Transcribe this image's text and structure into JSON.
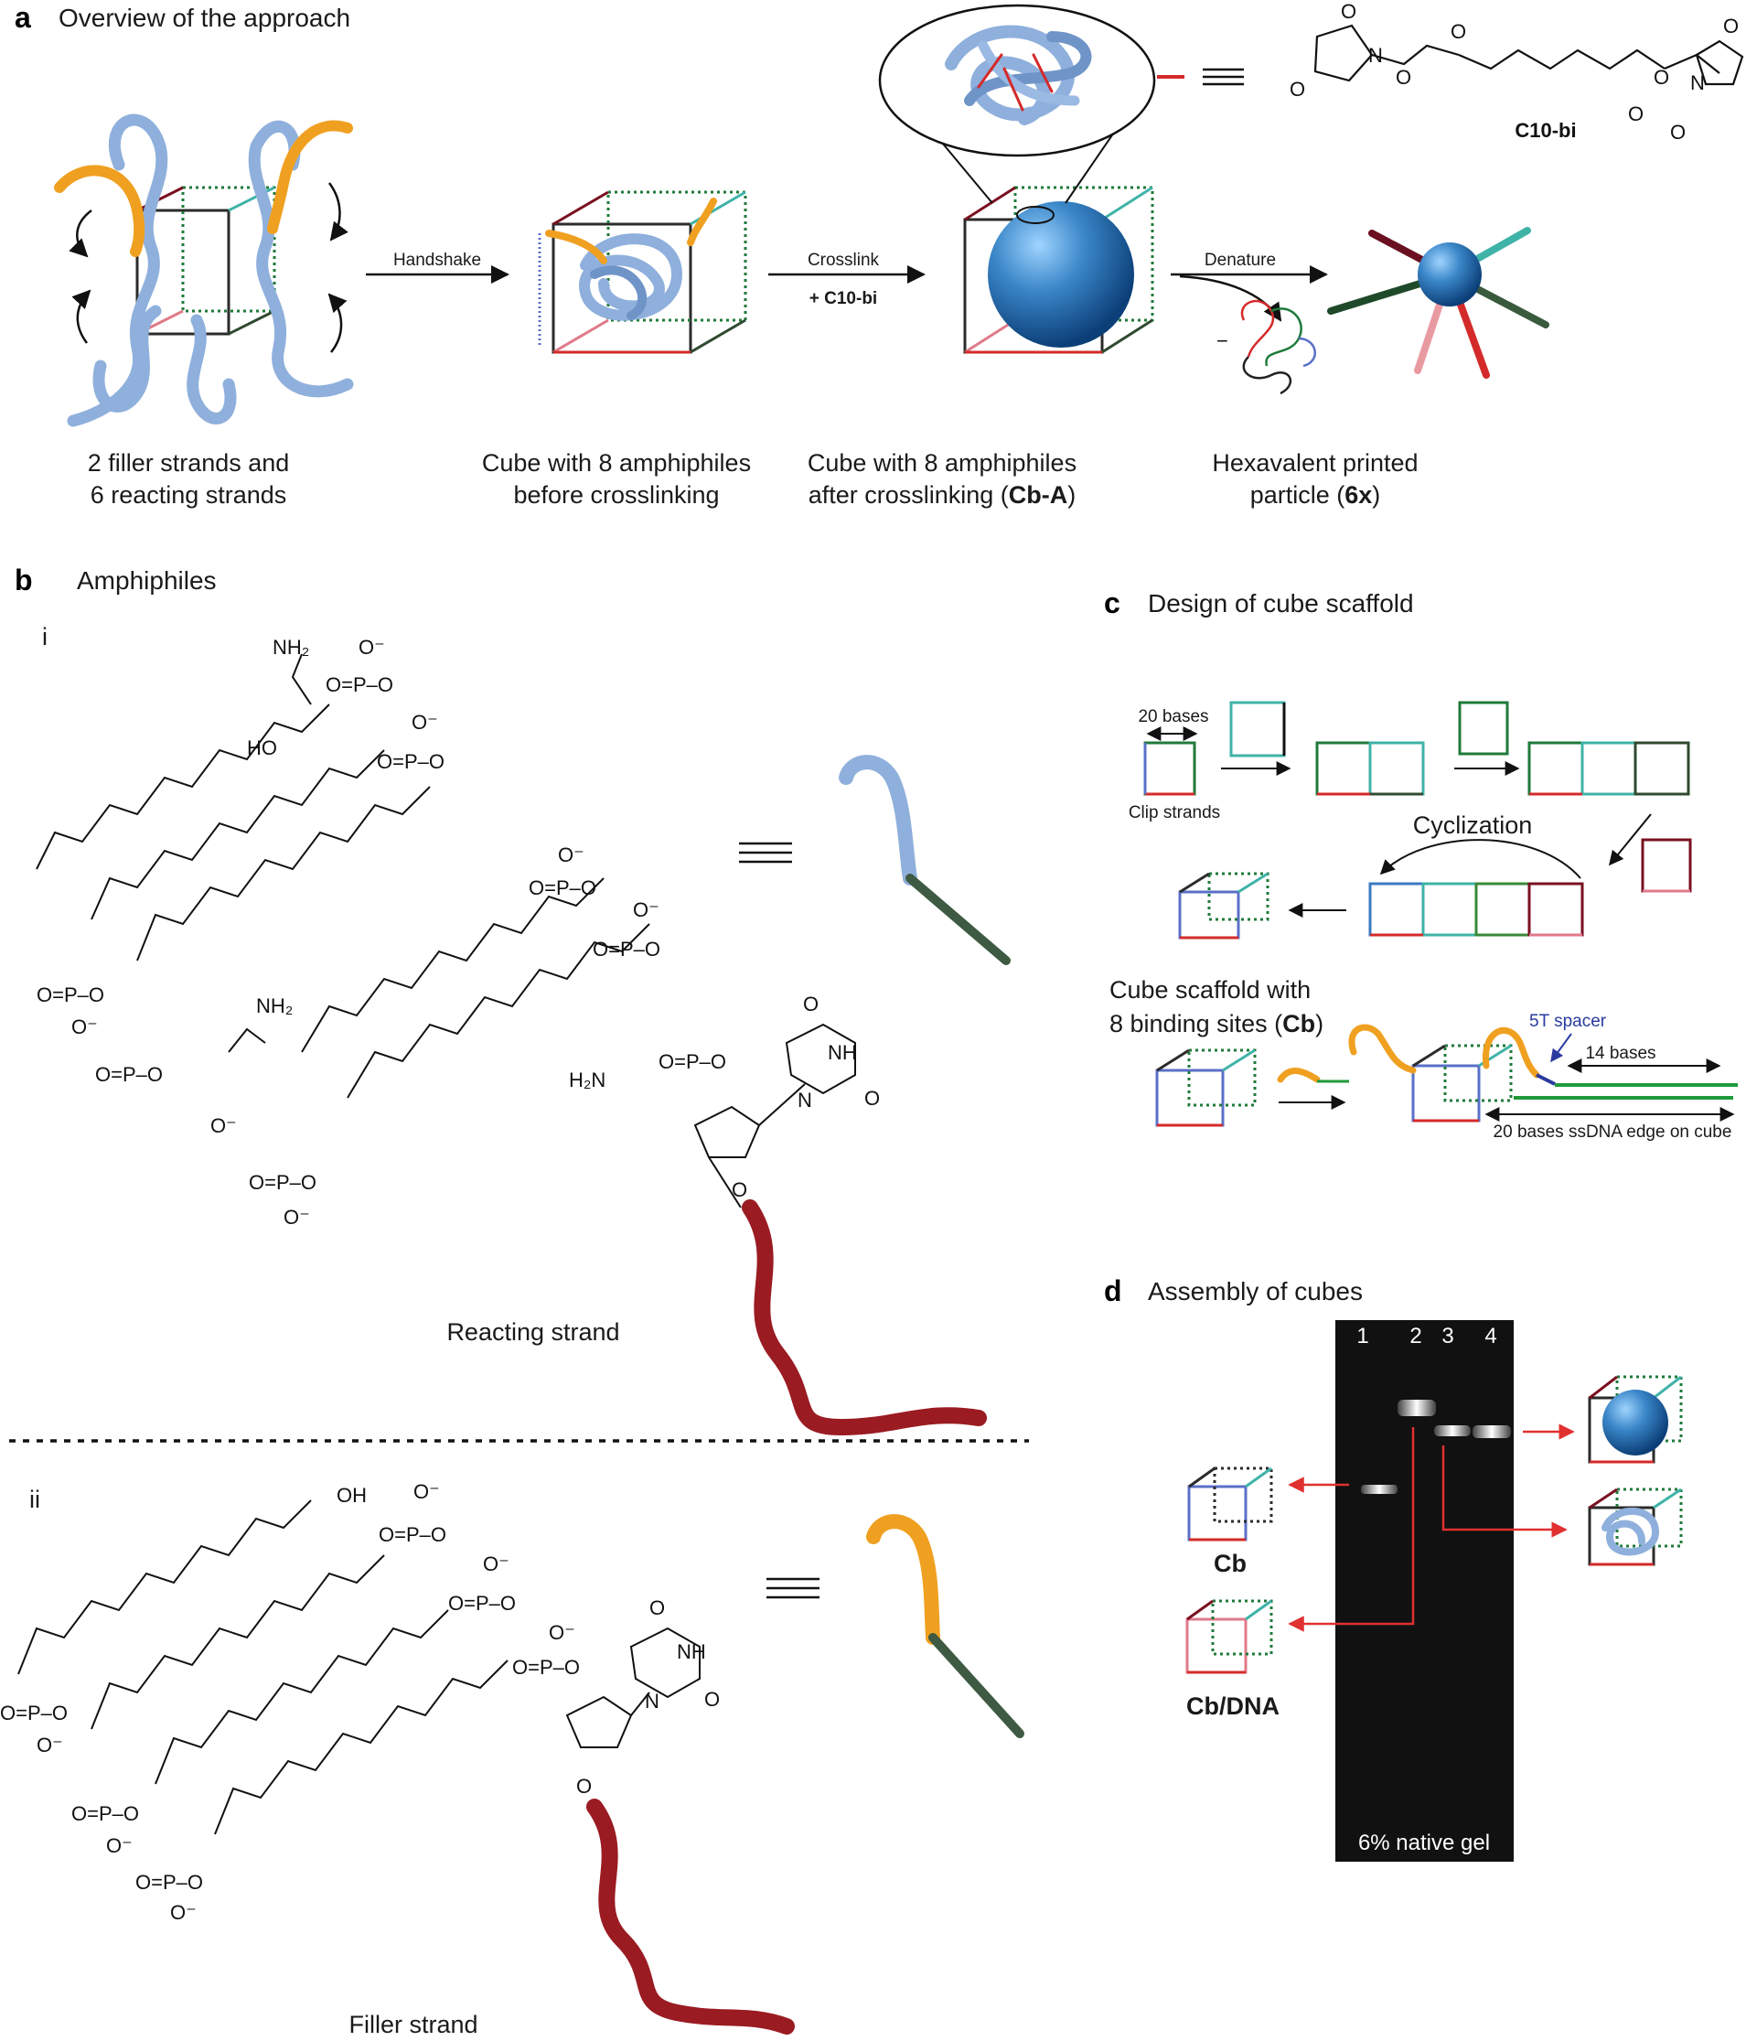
{
  "panel_a": {
    "letter": "a",
    "title": "Overview of the approach",
    "arrow_handshake": "Handshake",
    "arrow_crosslink": "Crosslink",
    "arrow_crosslink_reagent": "+ C10-bi",
    "arrow_denature": "Denature",
    "minus_sign": "−",
    "reagent_name": "C10-bi",
    "atom_O": "O",
    "atom_N": "N",
    "caption1_line1": "2 filler strands and",
    "caption1_line2": "6 reacting strands",
    "caption2_line1": "Cube with 8 amphiphiles",
    "caption2_line2": "before crosslinking",
    "caption3_line1": "Cube with 8 amphiphiles",
    "caption3_line2_pre": "after crosslinking (",
    "caption3_line2_bold": "Cb-A",
    "caption3_line2_post": ")",
    "caption4_line1": "Hexavalent printed",
    "caption4_line2_pre": "particle (",
    "caption4_line2_bold": "6x",
    "caption4_line2_post": ")"
  },
  "panel_b": {
    "letter": "b",
    "title": "Amphiphiles",
    "sub_i": "i",
    "sub_ii": "ii",
    "label_i": "Reacting strand",
    "label_ii": "Filler strand",
    "chem_NH2": "NH₂",
    "chem_H2N": "H₂N",
    "chem_HO": "HO",
    "chem_OH": "OH",
    "chem_Ominus": "O⁻",
    "chem_O": "O",
    "chem_P": "P",
    "chem_OPO": "O=P–O",
    "chem_NH": "NH",
    "chem_N": "N"
  },
  "panel_c": {
    "letter": "c",
    "title": "Design of cube scaffold",
    "bases_20": "20 bases",
    "clip_strands": "Clip strands",
    "cyclization": "Cyclization",
    "scaffold_line1": "Cube scaffold with",
    "scaffold_line2_pre": "8 binding sites (",
    "scaffold_line2_bold": "Cb",
    "scaffold_line2_post": ")",
    "spacer": "5T spacer",
    "bases_14": "14 bases",
    "edge_note": "20 bases ssDNA edge on cube"
  },
  "panel_d": {
    "letter": "d",
    "title": "Assembly of cubes",
    "lanes": [
      "1",
      "2",
      "3",
      "4"
    ],
    "gel_label": "6% native gel",
    "label_cb": "Cb",
    "label_cbdna": "Cb/DNA"
  },
  "colors": {
    "polymer_blue": "#8fb0dc",
    "hydrophobic_green": "#3e5a42",
    "dna_red": "#9a1b22",
    "filler_orange": "#f0a020",
    "crosslink_red": "#d42a2a",
    "gel_black": "#111111",
    "pointer_red": "#e03030"
  }
}
